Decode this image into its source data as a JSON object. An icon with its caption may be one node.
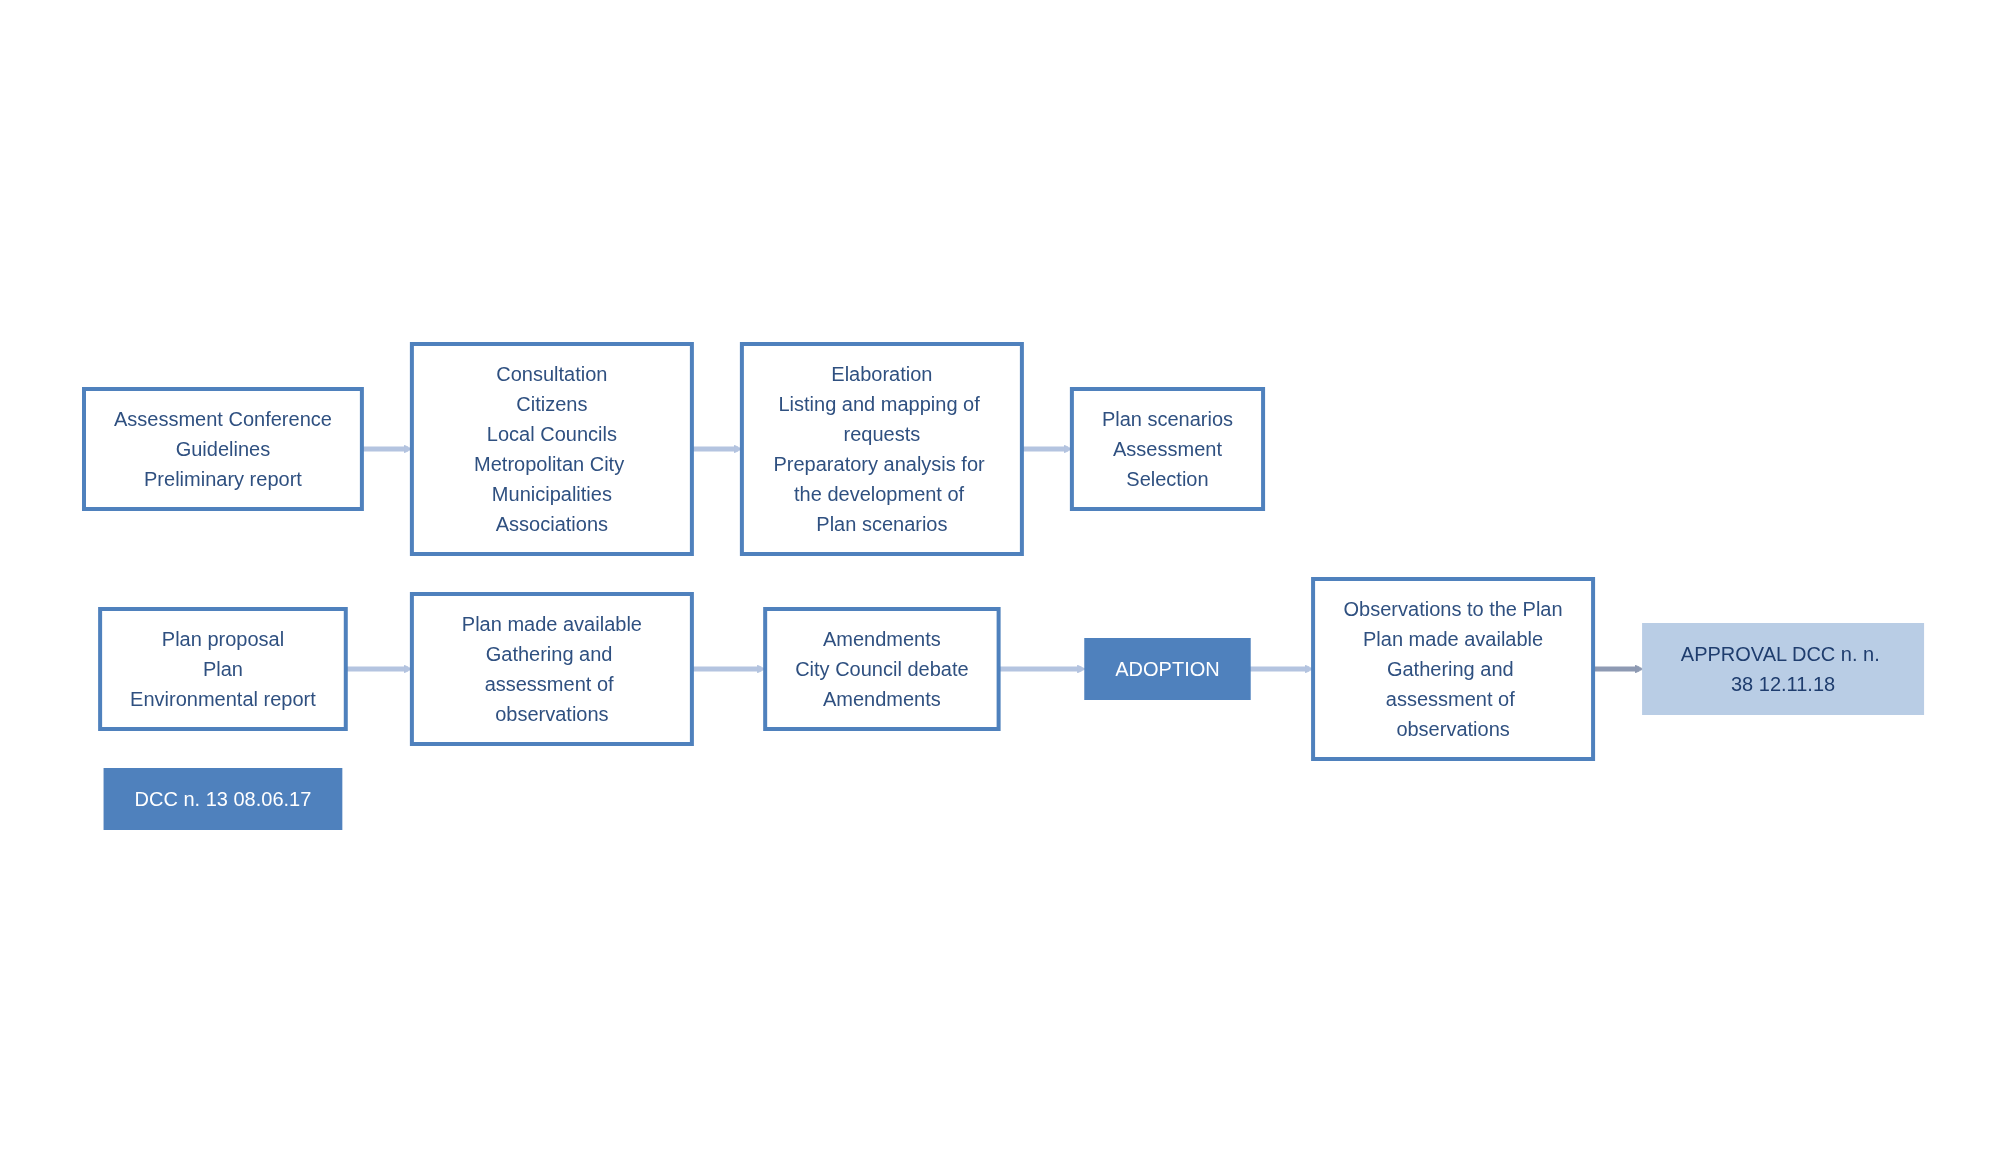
{
  "diagram": {
    "nodes": [
      {
        "text": [
          "Assessment Conference",
          "Guidelines",
          "Preliminary report"
        ]
      },
      {
        "text": [
          "Consultation",
          "Citizens",
          "Local Councils",
          "Metropolitan City Municipalities",
          "Associations"
        ]
      },
      {
        "text": [
          "Elaboration",
          "Listing and mapping of requests",
          "Preparatory analysis for the development of Plan scenarios"
        ]
      },
      {
        "text": [
          "Plan scenarios",
          "Assessment",
          "Selection"
        ]
      },
      {
        "text": [
          "Plan proposal",
          "Plan",
          "Environmental report"
        ]
      },
      {
        "text": [
          "Plan made available",
          "Gathering and assessment of observations"
        ]
      },
      {
        "text": [
          "Amendments",
          "City Council debate",
          "Amendments"
        ]
      },
      {
        "text": [
          "ADOPTION"
        ]
      },
      {
        "text": [
          "DCC n. 13 08.06.17"
        ]
      },
      {
        "text": [
          "Observations to the Plan",
          "Plan made available",
          "Gathering and assessment of observations"
        ]
      },
      {
        "text": [
          "APPROVAL DCC n. n. 38 12.11.18"
        ]
      }
    ],
    "edges": [
      {
        "from": 0,
        "to": 1,
        "arrow": "to"
      },
      {
        "from": 1,
        "to": 2,
        "arrow": "to"
      },
      {
        "from": 2,
        "to": 3,
        "arrow": "to"
      },
      {
        "from": 4,
        "to": 5,
        "arrow": "to"
      },
      {
        "from": 5,
        "to": 6,
        "arrow": "to"
      },
      {
        "from": 6,
        "to": 7,
        "arrow": "to"
      },
      {
        "from": 7,
        "to": 9,
        "arrow": "to"
      },
      {
        "from": 9,
        "to": 10,
        "arrow": "to",
        "color": "#8e9ab3"
      }
    ]
  }
}
